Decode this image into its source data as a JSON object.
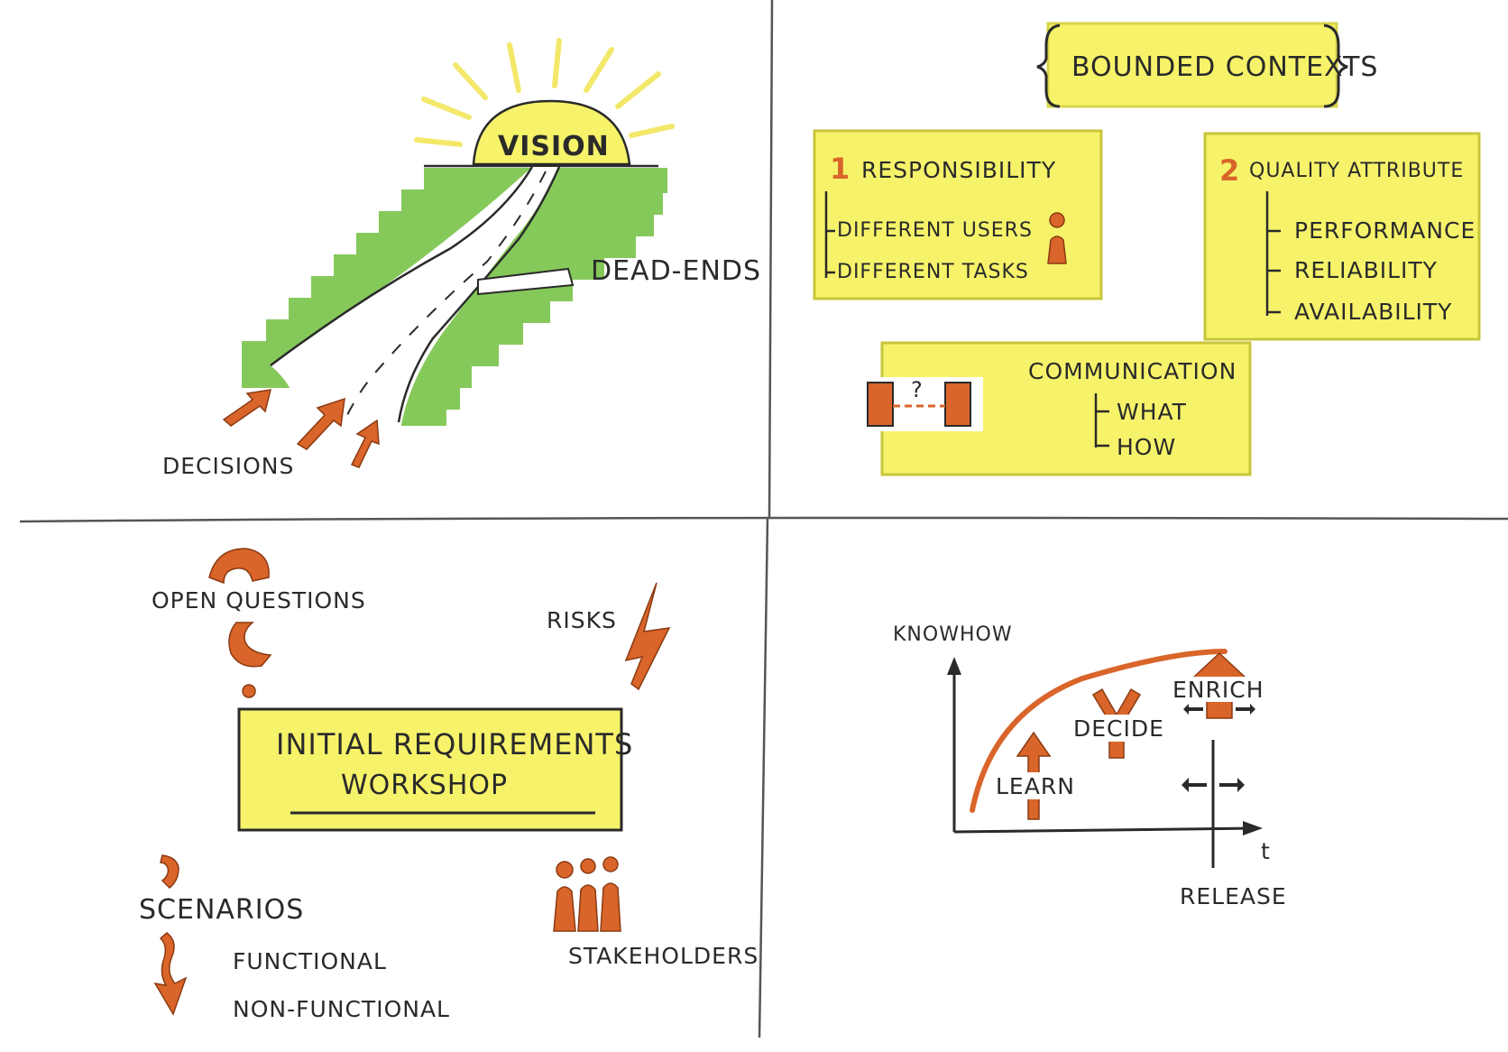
{
  "panels": {
    "vision": {
      "sun_label": "VISION",
      "dead_ends_label": "DEAD-ENDS",
      "decisions_label": "DECISIONS"
    },
    "bounded_contexts": {
      "title": "BOUNDED CONTEXTS",
      "responsibility": {
        "number": "1",
        "title": "RESPONSIBILITY",
        "items": [
          "DIFFERENT USERS",
          "DIFFERENT TASKS"
        ]
      },
      "quality": {
        "number": "2",
        "title": "QUALITY ATTRIBUTE",
        "items": [
          "PERFORMANCE",
          "RELIABILITY",
          "AVAILABILITY"
        ]
      },
      "communication": {
        "question_mark": "?",
        "title": "COMMUNICATION",
        "items": [
          "WHAT",
          "HOW"
        ]
      }
    },
    "workshop": {
      "open_questions_label": "OPEN QUESTIONS",
      "risks_label": "RISKS",
      "box_line1": "INITIAL REQUIREMENTS",
      "box_line2": "WORKSHOP",
      "scenarios_label": "SCENARIOS",
      "scenario_items": [
        "FUNCTIONAL",
        "NON-FUNCTIONAL"
      ],
      "stakeholders_label": "STAKEHOLDERS"
    },
    "knowhow": {
      "y_label": "KNOWHOW",
      "x_label": "t",
      "release_label": "RELEASE",
      "learn_label": "LEARN",
      "decide_label": "DECIDE",
      "enrich_label": "ENRICH"
    }
  },
  "colors": {
    "yellow": "#f6f36a",
    "yellow_edge": "#d8d44a",
    "orange": "#d9652a",
    "green": "#79c44a",
    "ink": "#2a2a2a",
    "sun_rays": "#f3e86a"
  }
}
